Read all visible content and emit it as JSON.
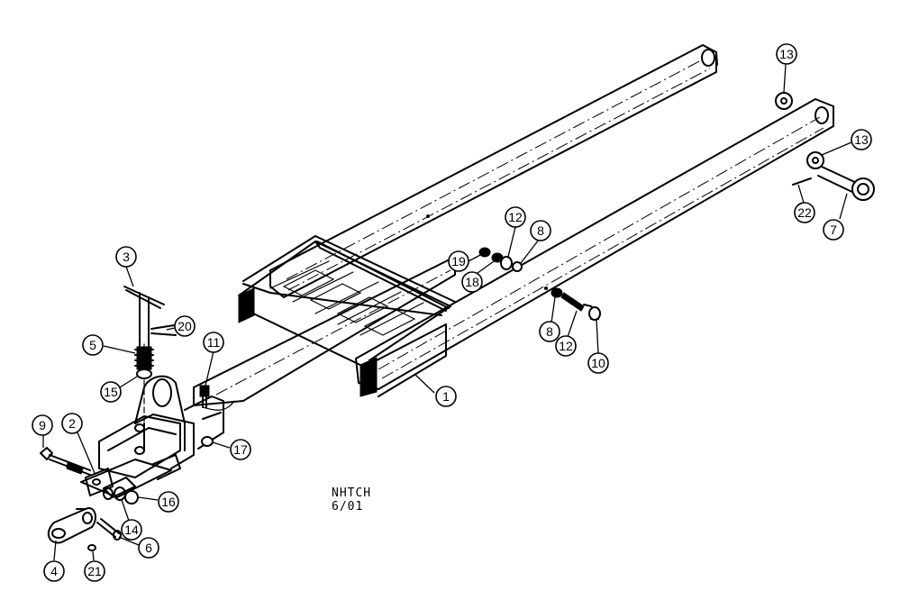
{
  "drawing": {
    "code_line1": "NHTCH",
    "code_line2": "6/01"
  },
  "callouts": [
    {
      "id": "1",
      "label": "1"
    },
    {
      "id": "2",
      "label": "2"
    },
    {
      "id": "3",
      "label": "3"
    },
    {
      "id": "4",
      "label": "4"
    },
    {
      "id": "5",
      "label": "5"
    },
    {
      "id": "6",
      "label": "6"
    },
    {
      "id": "7",
      "label": "7"
    },
    {
      "id": "8a",
      "label": "8"
    },
    {
      "id": "8b",
      "label": "8"
    },
    {
      "id": "9",
      "label": "9"
    },
    {
      "id": "10",
      "label": "10"
    },
    {
      "id": "11",
      "label": "11"
    },
    {
      "id": "12a",
      "label": "12"
    },
    {
      "id": "12b",
      "label": "12"
    },
    {
      "id": "13a",
      "label": "13"
    },
    {
      "id": "13b",
      "label": "13"
    },
    {
      "id": "14",
      "label": "14"
    },
    {
      "id": "15",
      "label": "15"
    },
    {
      "id": "16",
      "label": "16"
    },
    {
      "id": "17",
      "label": "17"
    },
    {
      "id": "18",
      "label": "18"
    },
    {
      "id": "19",
      "label": "19"
    },
    {
      "id": "20",
      "label": "20"
    },
    {
      "id": "21",
      "label": "21"
    },
    {
      "id": "22",
      "label": "22"
    }
  ]
}
